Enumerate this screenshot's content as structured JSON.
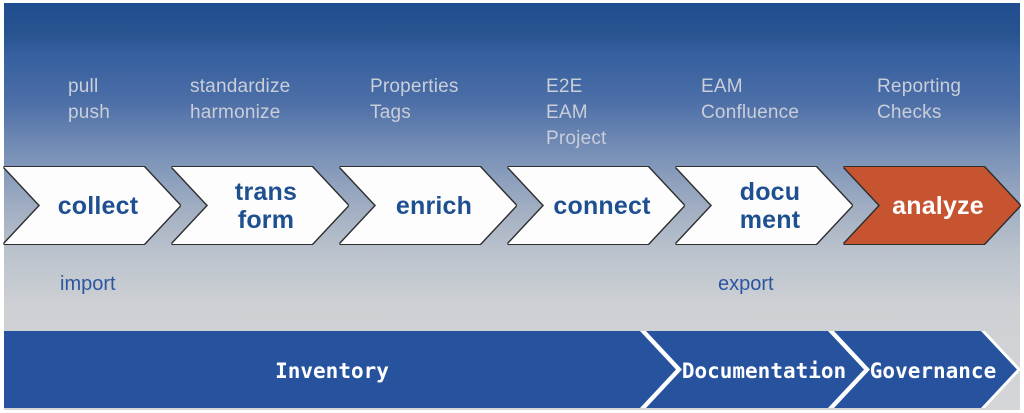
{
  "process": {
    "stages": [
      {
        "label_lines": [
          "collect"
        ],
        "above": [
          "pull",
          "push"
        ]
      },
      {
        "label_lines": [
          "trans",
          "form"
        ],
        "above": [
          "standardize",
          "harmonize"
        ]
      },
      {
        "label_lines": [
          "enrich"
        ],
        "above": [
          "Properties",
          "Tags"
        ]
      },
      {
        "label_lines": [
          "connect"
        ],
        "above": [
          "E2E",
          "EAM",
          "Project"
        ]
      },
      {
        "label_lines": [
          "docu",
          "ment"
        ],
        "above": [
          "EAM",
          "Confluence"
        ]
      },
      {
        "label_lines": [
          "analyze"
        ],
        "above": [
          "Reporting",
          "Checks"
        ]
      }
    ],
    "annotations": {
      "import_label": "import",
      "export_label": "export"
    }
  },
  "phases": {
    "items": [
      {
        "label": "Inventory"
      },
      {
        "label": "Documentation"
      },
      {
        "label": "Governance"
      }
    ]
  },
  "colors": {
    "top_background_blue": "#1f4d91",
    "phase_band_blue": "#26529e",
    "stage_text_blue": "#1d4f91",
    "accent_orange": "#c65431",
    "top_label_gray": "#c9ced8"
  }
}
